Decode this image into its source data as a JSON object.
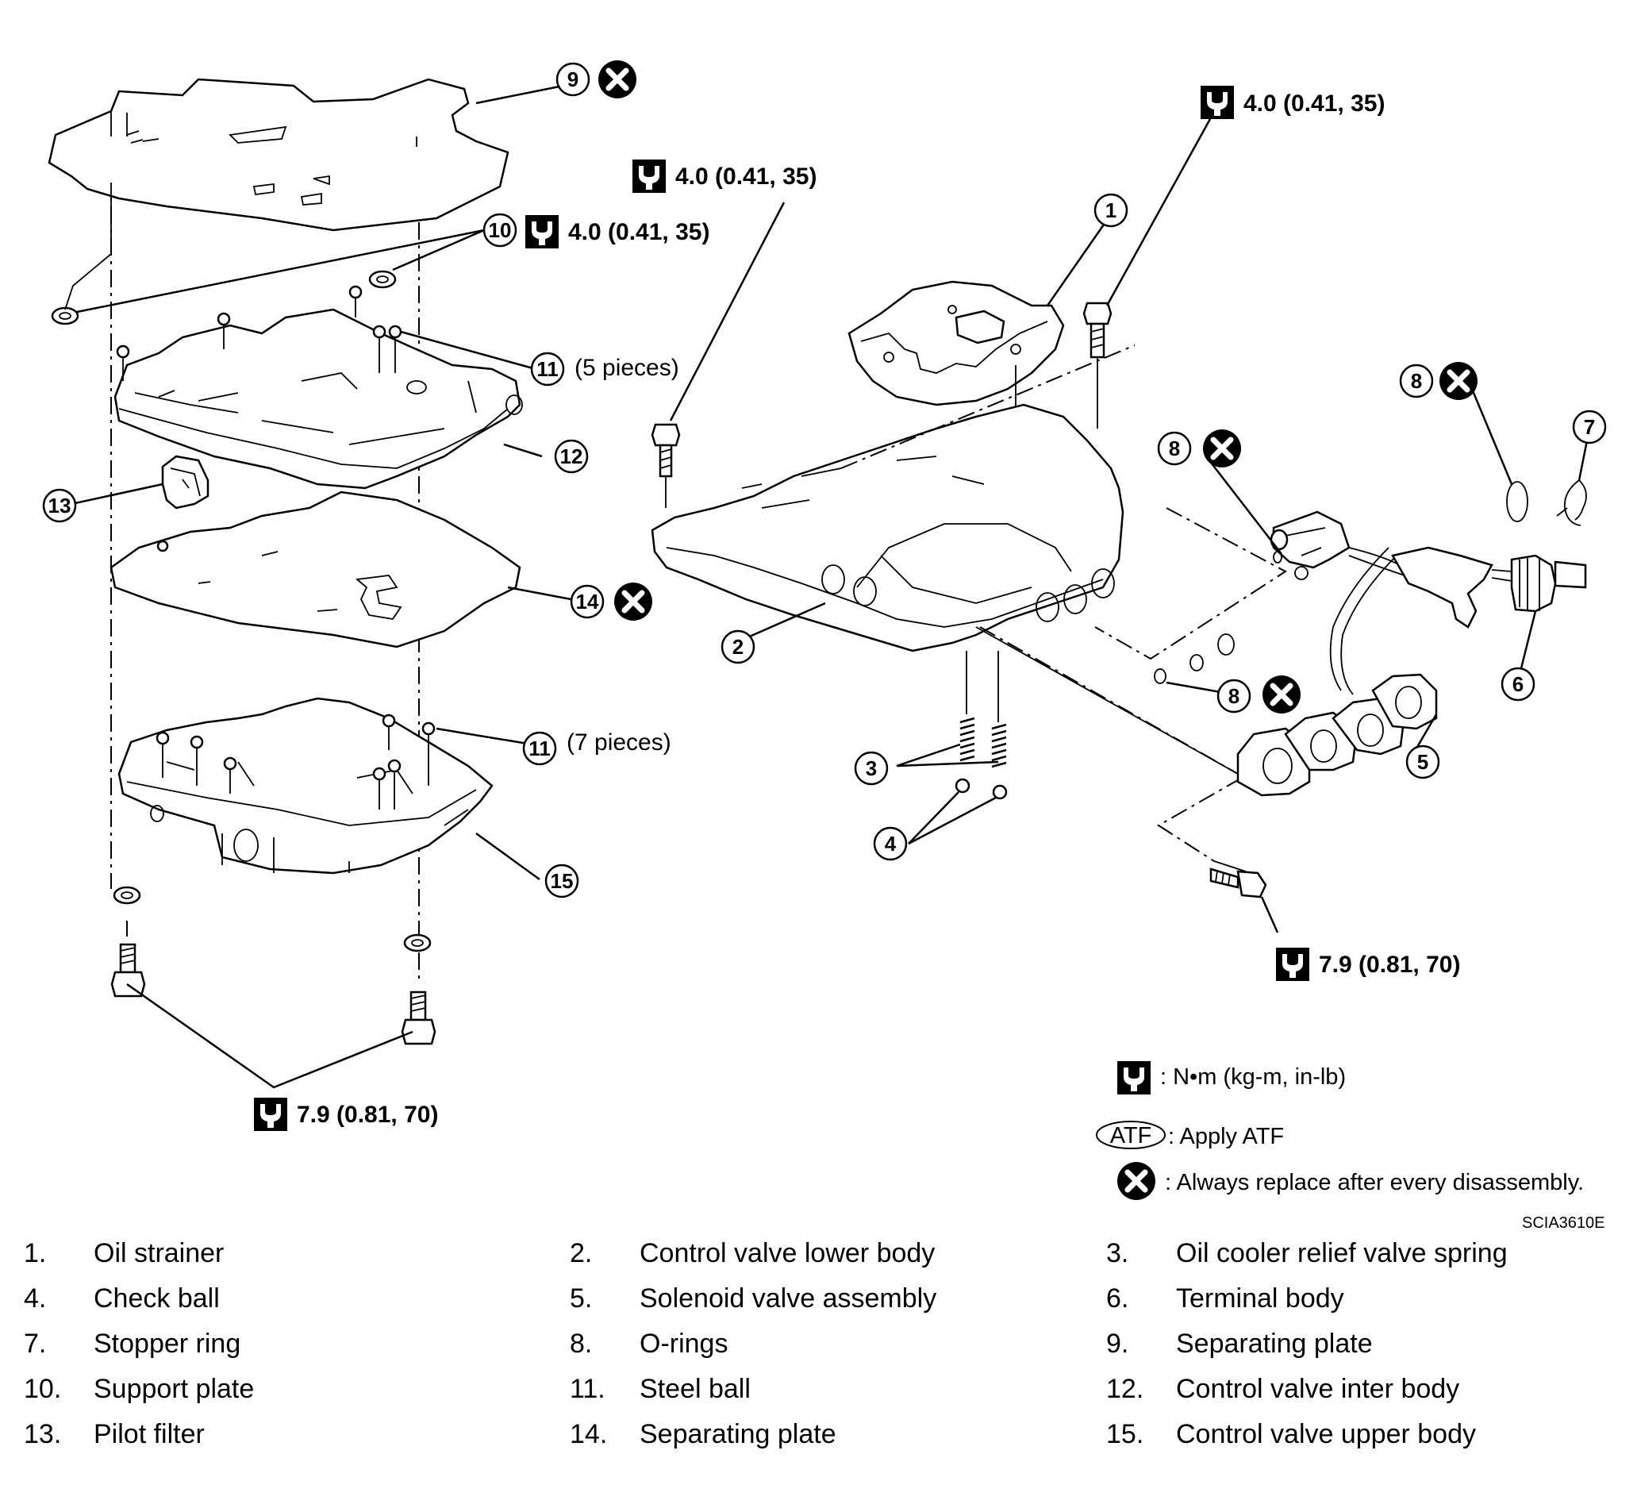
{
  "torque_labels": {
    "t1": "4.0 (0.41, 35)",
    "t2": "4.0 (0.41, 35)",
    "t3": "4.0 (0.41, 35)",
    "t4": "7.9 (0.81, 70)",
    "t5": "7.9 (0.81, 70)"
  },
  "callouts": [
    "1",
    "2",
    "3",
    "4",
    "5",
    "6",
    "7",
    "8",
    "8",
    "8",
    "9",
    "10",
    "11",
    "11",
    "12",
    "13",
    "14",
    "15"
  ],
  "pieces_labels": {
    "p5": "(5  pieces)",
    "p7": "(7  pieces)"
  },
  "legend": {
    "torque_unit": ":  N•m  (kg-m,  in-lb)",
    "atf_symbol": "ATF",
    "atf_text": ": Apply ATF",
    "replace_text": ": Always replace after every disassembly."
  },
  "figure_code": "SCIA3610E",
  "parts": [
    {
      "num": "1.",
      "name": "Oil strainer"
    },
    {
      "num": "2.",
      "name": "Control valve lower body"
    },
    {
      "num": "3.",
      "name": "Oil cooler relief valve spring"
    },
    {
      "num": "4.",
      "name": "Check ball"
    },
    {
      "num": "5.",
      "name": "Solenoid valve assembly"
    },
    {
      "num": "6.",
      "name": "Terminal body"
    },
    {
      "num": "7.",
      "name": "Stopper ring"
    },
    {
      "num": "8.",
      "name": "O-rings"
    },
    {
      "num": "9.",
      "name": "Separating plate"
    },
    {
      "num": "10.",
      "name": "Support plate"
    },
    {
      "num": "11.",
      "name": "Steel ball"
    },
    {
      "num": "12.",
      "name": "Control valve inter body"
    },
    {
      "num": "13.",
      "name": "Pilot filter"
    },
    {
      "num": "14.",
      "name": "Separating plate"
    },
    {
      "num": "15.",
      "name": "Control valve upper body"
    }
  ]
}
